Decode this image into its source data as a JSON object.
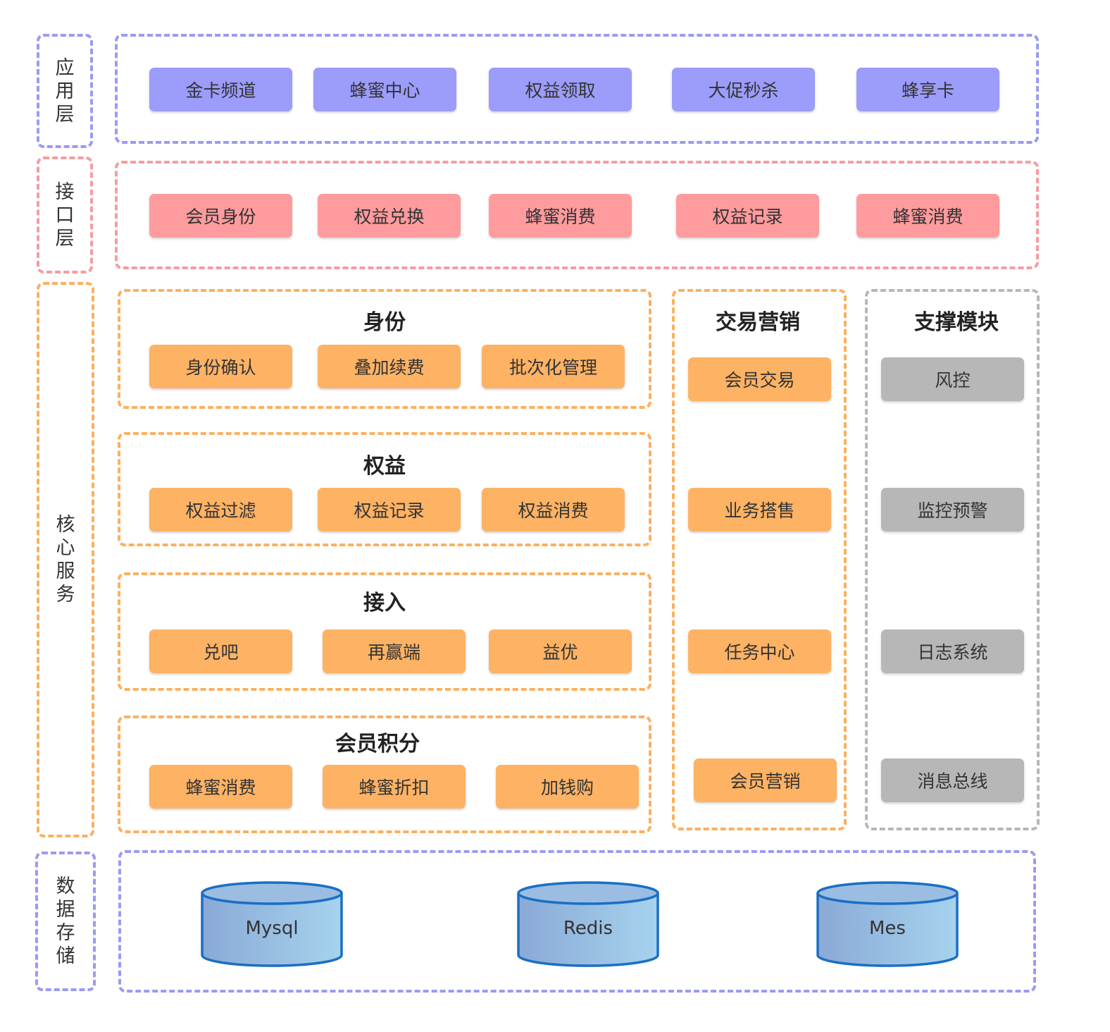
{
  "layers": {
    "application": "应用层",
    "interface": "接口层",
    "core": "核心服务",
    "storage": "数据存储"
  },
  "app_boxes": [
    "金卡频道",
    "蜂蜜中心",
    "权益领取",
    "大促秒杀",
    "蜂享卡"
  ],
  "interface_boxes": [
    "会员身份",
    "权益兑换",
    "蜂蜜消费",
    "权益记录",
    "蜂蜜消费"
  ],
  "core": {
    "identity": {
      "title": "身份",
      "items": [
        "身份确认",
        "叠加续费",
        "批次化管理"
      ]
    },
    "rights": {
      "title": "权益",
      "items": [
        "权益过滤",
        "权益记录",
        "权益消费"
      ]
    },
    "access": {
      "title": "接入",
      "items": [
        "兑吧",
        "再赢端",
        "益优"
      ]
    },
    "points": {
      "title": "会员积分",
      "items": [
        "蜂蜜消费",
        "蜂蜜折扣",
        "加钱购"
      ]
    },
    "trade": {
      "title": "交易营销",
      "items": [
        "会员交易",
        "业务搭售",
        "任务中心",
        "会员营销"
      ]
    },
    "support": {
      "title": "支撑模块",
      "items": [
        "风控",
        "监控预警",
        "日志系统",
        "消息总线"
      ]
    }
  },
  "storage": [
    "Mysql",
    "Redis",
    "Mes"
  ],
  "colors": {
    "app": "#9c9cfb",
    "interface": "#fe9b9e",
    "core": "#fdb264",
    "support": "#b7b7b7",
    "db": "#8fc3e3"
  }
}
